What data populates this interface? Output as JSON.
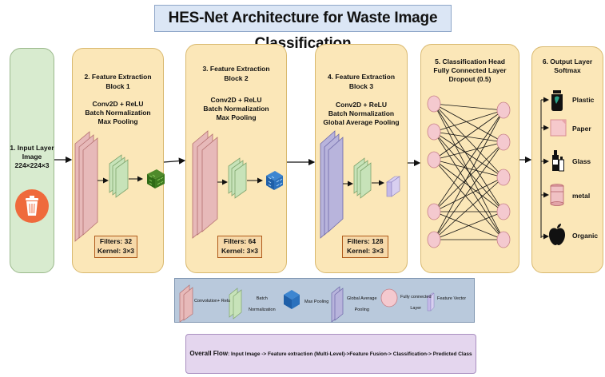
{
  "title": "HES-Net Architecture for Waste Image Classification",
  "input": {
    "line1": "1. Input Layer",
    "line2": "Image",
    "line3": "224×224×3"
  },
  "block1": {
    "h1": "2. Feature Extraction",
    "h2": "Block 1",
    "l1": "Conv2D + ReLU",
    "l2": "Batch Normalization",
    "l3": "Max Pooling",
    "filters": "Filters: 32",
    "kernel": "Kernel: 3×3"
  },
  "block2": {
    "h1": "3. Feature Extraction",
    "h2": "Block 2",
    "l1": "Conv2D + ReLU",
    "l2": "Batch Normalization",
    "l3": "Max Pooling",
    "filters": "Filters: 64",
    "kernel": "Kernel: 3×3"
  },
  "block3": {
    "h1": "4. Feature Extraction",
    "h2": "Block 3",
    "l1": "Conv2D + ReLU",
    "l2": "Batch Normalization",
    "l3": "Global Average Pooling",
    "filters": "Filters: 128",
    "kernel": "Kernel: 3×3"
  },
  "head": {
    "h1": "5. Classification Head",
    "h2": "Fully Connected Layer",
    "h3": "Dropout (0.5)"
  },
  "output": {
    "h1": "6. Output Layer",
    "h2": "Softmax",
    "classes": [
      "Plastic",
      "Paper",
      "Glass",
      "metal",
      "Organic"
    ]
  },
  "legend": {
    "conv": "Convolution+ Relu",
    "bn1": "Batch",
    "bn2": "Normalization",
    "pool": "Max Pooling",
    "gap1": "Global Average",
    "gap2": "Pooling",
    "fc1": "Fully connected",
    "fc2": "Layer",
    "fv": "Feature Vector"
  },
  "flow": {
    "label": "Overall Flow",
    "text": ": Input Image -> Feature extraction (Multi-Level)->Feature Fusion-> Classification-> Predicted Class"
  },
  "colors": {
    "input_bg": "#d8ebcf",
    "block_bg": "#fbe7b8",
    "legend_bg": "#b9c9dc",
    "flow_bg": "#e4d6ee",
    "conv": "#e7b9b9",
    "bn": "#c7e3b9",
    "gap": "#b8b4dc",
    "node": "#f4c9cf"
  }
}
